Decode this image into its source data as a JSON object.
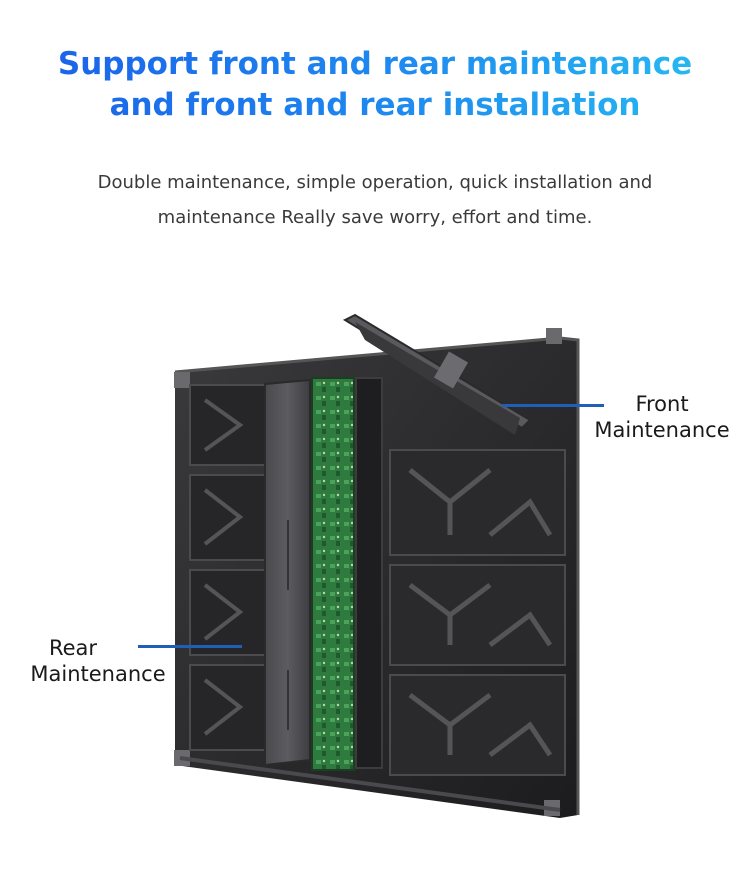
{
  "header": {
    "title_line1": "Support front and rear maintenance",
    "title_line2": "and front and rear installation"
  },
  "description": {
    "line1": "Double maintenance, simple operation, quick installation and",
    "line2": "maintenance Really save worry, effort and time."
  },
  "callouts": {
    "front_line1": "Front",
    "front_line2": "Maintenance",
    "rear_line1": "Rear",
    "rear_line2": "Maintenance"
  },
  "colors": {
    "title_start": "#1a5ee8",
    "title_end": "#27c0f2",
    "callout_line": "#1f5fb8",
    "cabinet_frame": "#2b2b2d",
    "module_board": "#2f7a3e"
  },
  "icons": {
    "product": "led-cabinet-image"
  }
}
